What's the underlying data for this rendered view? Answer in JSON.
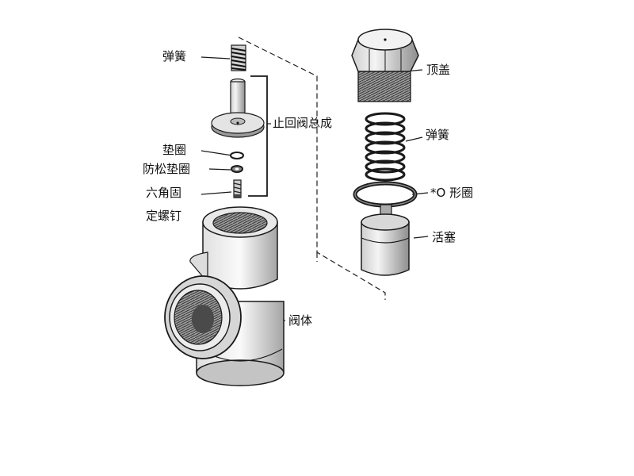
{
  "labels": {
    "spring_left": "弹簧",
    "check_valve_assembly": "止回阀总成",
    "gasket": "垫圈",
    "lock_washer": "防松垫圈",
    "hex_screw_line1": "六角固",
    "hex_screw_line2": "定螺钉",
    "valve_body": "阀体",
    "top_cap": "顶盖",
    "spring_right": "弹簧",
    "o_ring": "*O 形圈",
    "piston": "活塞"
  },
  "colors": {
    "ink": "#1a1a1a",
    "paper": "#ffffff",
    "shade": "#b8b8b8"
  }
}
